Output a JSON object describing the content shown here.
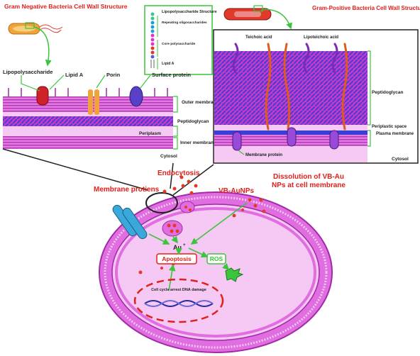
{
  "gram_negative": {
    "title": "Gram Negative Bacteria Cell Wall Structure",
    "labels": {
      "lipopolysaccharide": "Lipopolysaccharide",
      "lipid_a": "Lipid A",
      "porin": "Porin",
      "surface_protein": "Surface protein",
      "outer_membrane": "Outer membrane",
      "peptidoglycan": "Peptidoglycan",
      "periplasm": "Periplasm",
      "inner_membrane": "Inner membrane",
      "cytosol": "Cytosol"
    },
    "lps_inset": {
      "structure": "Lipopolysaccharide Structure",
      "repeating": "Repeating oligosaccharides",
      "core": "Core polysaccharide",
      "lipid_a": "Lipid A"
    }
  },
  "gram_positive": {
    "title": "Gram-Positive Bacteria Cell Wall Structure",
    "labels": {
      "teichoic": "Teichoic acid",
      "lipoteichoic": "Lipoteichoic acid",
      "peptidoglycan": "Peptidoglycan",
      "periplastic": "Periplastic space",
      "plasma_membrane": "Plasma membrane",
      "membrane_protein": "Membrane protein",
      "cytosol": "Cytosol"
    }
  },
  "cell": {
    "endocytosis": "Endocytosis",
    "membrane_proteins": "Membrane protiens",
    "vb_aunps": "VB-AuNPs",
    "dissolution": "Dissolution of VB-Au NPs at cell membrane",
    "au": "Au",
    "au_sup": "+",
    "ros": "ROS",
    "apoptosis": "Apoptosis",
    "cell_cycle": "Cell cycle arrest DNA damage"
  },
  "colors": {
    "membrane_pink": "#d64fd0",
    "light_pink": "#f6c8f4",
    "blue_stripe": "#3b3fd6",
    "red_label": "#e0201b",
    "green_arrow": "#3cc43c"
  }
}
